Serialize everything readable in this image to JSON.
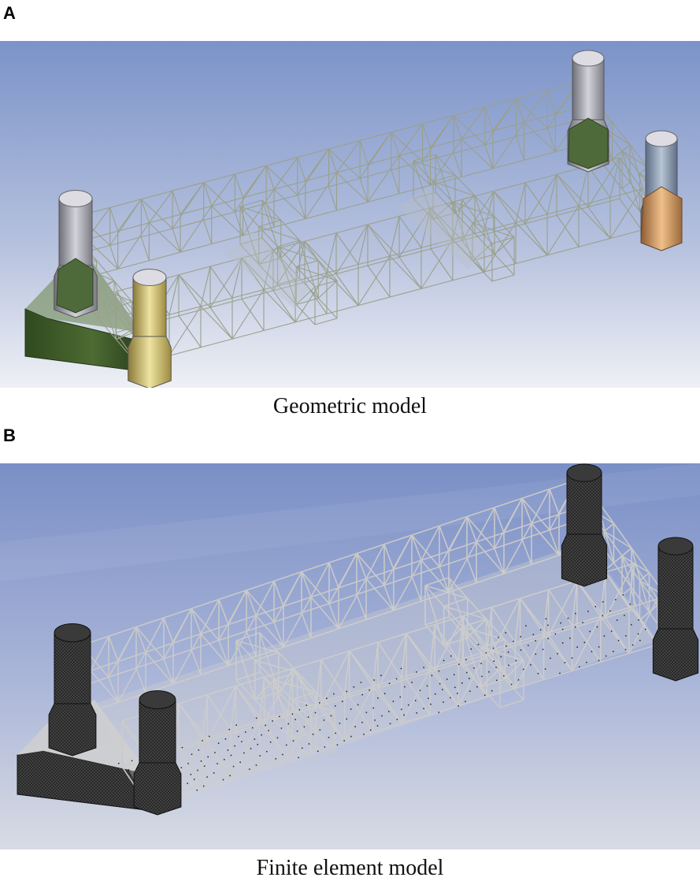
{
  "panels": [
    {
      "letter": "A",
      "caption": "Geometric model",
      "mode": "geometry"
    },
    {
      "letter": "B",
      "caption": "Finite element model",
      "mode": "mesh"
    }
  ],
  "colors": {
    "background_top": "#7b93c9",
    "background_bottom": "#eef0f5",
    "truss_geometry": "#9aa08a",
    "truss_mesh": "#c9c9c9",
    "column_mesh": "#262626",
    "hull_mesh": "#2b2b2b",
    "column_front_left": "#c9b86a",
    "column_back_left": "#9d9da8",
    "column_back_right": "#a6a6a6",
    "column_front_right": "#7f8ea4",
    "hull_geometry": "#3f5a2a"
  }
}
